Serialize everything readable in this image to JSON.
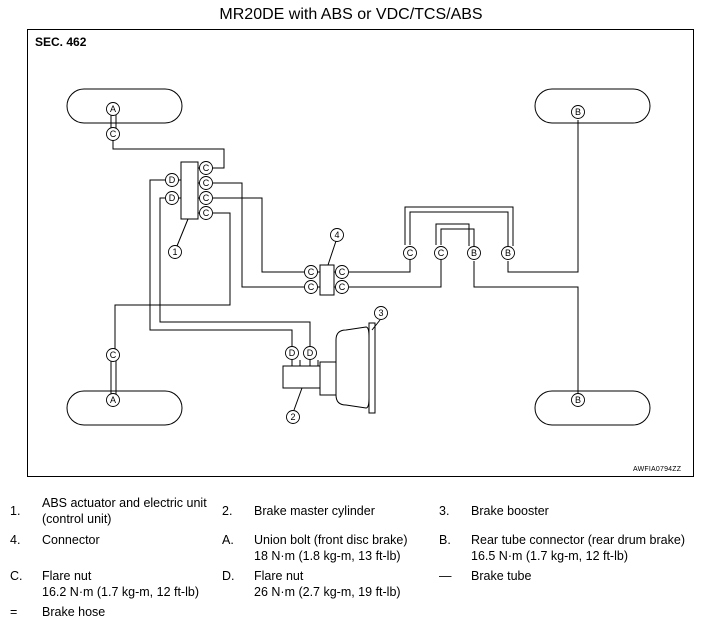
{
  "title": "MR20DE with ABS or VDC/TCS/ABS",
  "section": "SEC. 462",
  "figure_code": "AWFIA0794ZZ",
  "callouts": {
    "A": "A",
    "B": "B",
    "C": "C",
    "D": "D",
    "n1": "1",
    "n2": "2",
    "n3": "3",
    "n4": "4"
  },
  "legend": [
    {
      "key": "1.",
      "text": "ABS actuator and electric unit",
      "text2": "(control unit)"
    },
    {
      "key": "2.",
      "text": "Brake master cylinder",
      "text2": ""
    },
    {
      "key": "3.",
      "text": "Brake booster",
      "text2": ""
    },
    {
      "key": "4.",
      "text": "Connector",
      "text2": ""
    },
    {
      "key": "A.",
      "text": "Union bolt (front disc brake)",
      "text2": "18 N·m (1.8 kg-m, 13 ft-lb)"
    },
    {
      "key": "B.",
      "text": "Rear tube connector (rear drum brake)",
      "text2": "16.5 N·m (1.7 kg-m, 12 ft-lb)"
    },
    {
      "key": "C.",
      "text": "Flare nut",
      "text2": "16.2 N·m (1.7 kg-m, 12 ft-lb)"
    },
    {
      "key": "D.",
      "text": "Flare nut",
      "text2": "26 N·m (2.7 kg-m, 19 ft-lb)"
    },
    {
      "key": "—",
      "text": "Brake tube",
      "text2": ""
    },
    {
      "key": "=",
      "text": "Brake hose",
      "text2": ""
    }
  ]
}
